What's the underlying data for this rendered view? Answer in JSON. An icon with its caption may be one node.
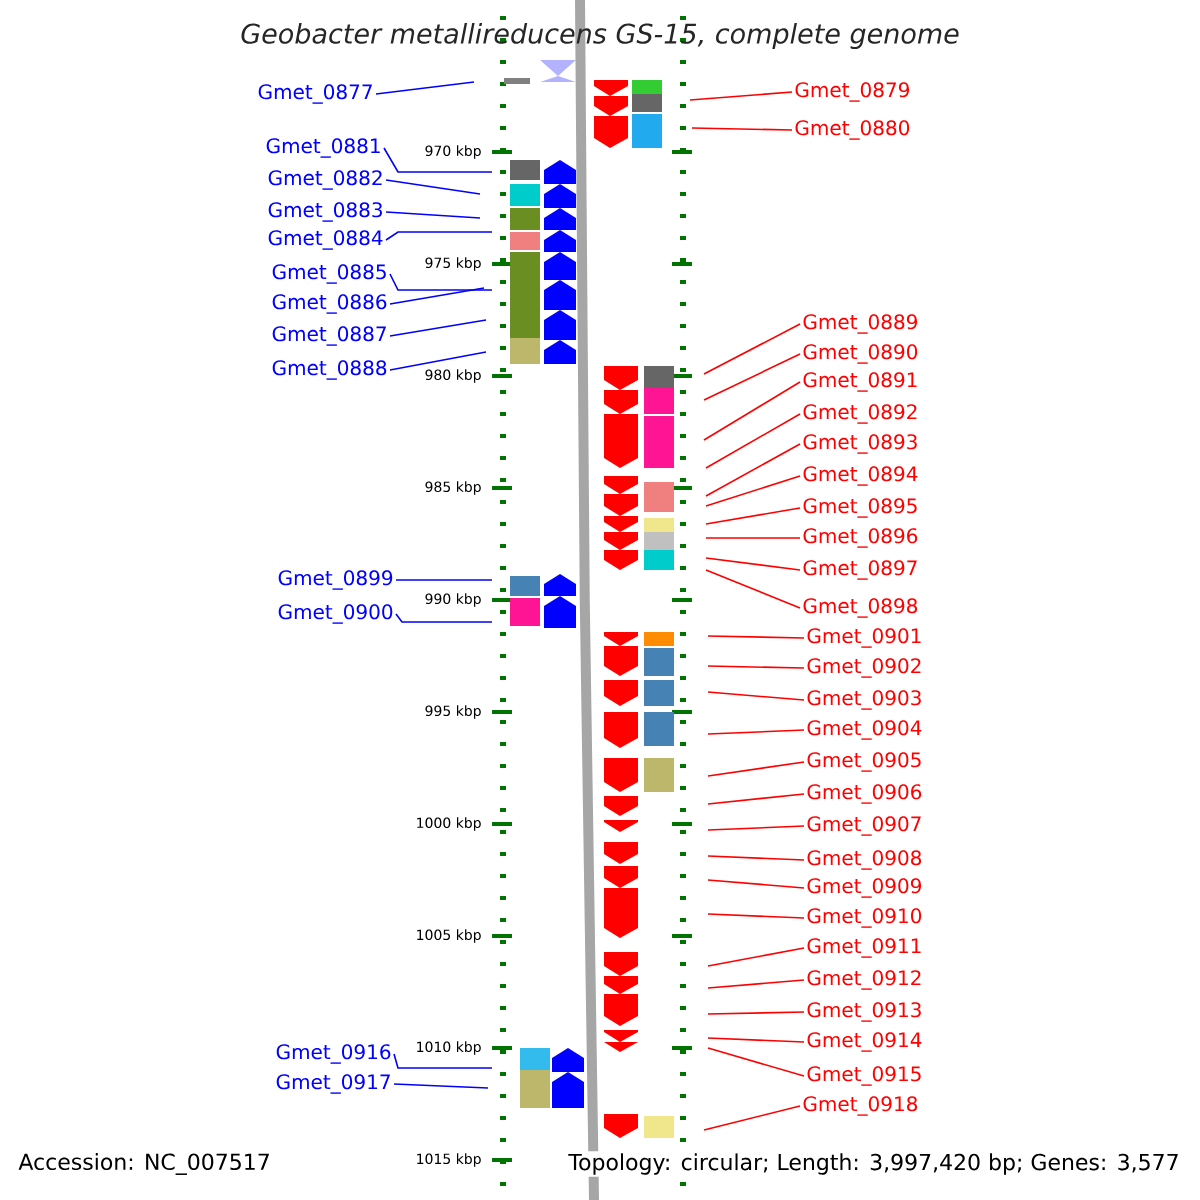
{
  "diagram": {
    "title": "Geobacter metallireducens GS-15, complete genome",
    "nodes": [
      {
        "text": [
          "Gmet_0877"
        ]
      },
      {
        "text": [
          "Gmet_0881"
        ]
      },
      {
        "text": [
          "Gmet_0882"
        ]
      },
      {
        "text": [
          "Gmet_0883"
        ]
      },
      {
        "text": [
          "Gmet_0884"
        ]
      },
      {
        "text": [
          "Gmet_0885"
        ]
      },
      {
        "text": [
          "Gmet_0886"
        ]
      },
      {
        "text": [
          "Gmet_0887"
        ]
      },
      {
        "text": [
          "Gmet_0888"
        ]
      },
      {
        "text": [
          "Gmet_0899"
        ]
      },
      {
        "text": [
          "Gmet_0900"
        ]
      },
      {
        "text": [
          "Gmet_0916"
        ]
      },
      {
        "text": [
          "Gmet_0917"
        ]
      },
      {
        "text": [
          "Gmet_0879"
        ]
      },
      {
        "text": [
          "Gmet_0880"
        ]
      },
      {
        "text": [
          "Gmet_0889"
        ]
      },
      {
        "text": [
          "Gmet_0890"
        ]
      },
      {
        "text": [
          "Gmet_0891"
        ]
      },
      {
        "text": [
          "Gmet_0892"
        ]
      },
      {
        "text": [
          "Gmet_0893"
        ]
      },
      {
        "text": [
          "Gmet_0894"
        ]
      },
      {
        "text": [
          "Gmet_0895"
        ]
      },
      {
        "text": [
          "Gmet_0896"
        ]
      },
      {
        "text": [
          "Gmet_0897"
        ]
      },
      {
        "text": [
          "Gmet_0898"
        ]
      },
      {
        "text": [
          "Gmet_0901"
        ]
      },
      {
        "text": [
          "Gmet_0902"
        ]
      },
      {
        "text": [
          "Gmet_0903"
        ]
      },
      {
        "text": [
          "Gmet_0904"
        ]
      },
      {
        "text": [
          "Gmet_0905"
        ]
      },
      {
        "text": [
          "Gmet_0906"
        ]
      },
      {
        "text": [
          "Gmet_0907"
        ]
      },
      {
        "text": [
          "Gmet_0908"
        ]
      },
      {
        "text": [
          "Gmet_0909"
        ]
      },
      {
        "text": [
          "Gmet_0910"
        ]
      },
      {
        "text": [
          "Gmet_0911"
        ]
      },
      {
        "text": [
          "Gmet_0912"
        ]
      },
      {
        "text": [
          "Gmet_0913"
        ]
      },
      {
        "text": [
          "Gmet_0914"
        ]
      },
      {
        "text": [
          "Gmet_0915"
        ]
      },
      {
        "text": [
          "Gmet_0918"
        ]
      }
    ],
    "edges": [
      {
        "from": 0,
        "to": null,
        "arrow": "none",
        "color": "#0000ff"
      },
      {
        "from": 1,
        "to": null,
        "arrow": "none",
        "color": "#0000ff"
      },
      {
        "from": 2,
        "to": null,
        "arrow": "none",
        "color": "#0000ff"
      },
      {
        "from": 3,
        "to": null,
        "arrow": "none",
        "color": "#0000ff"
      },
      {
        "from": 4,
        "to": null,
        "arrow": "none",
        "color": "#0000ff"
      },
      {
        "from": 5,
        "to": null,
        "arrow": "none",
        "color": "#0000ff"
      },
      {
        "from": 6,
        "to": null,
        "arrow": "none",
        "color": "#0000ff"
      },
      {
        "from": 7,
        "to": null,
        "arrow": "none",
        "color": "#0000ff"
      },
      {
        "from": 8,
        "to": null,
        "arrow": "none",
        "color": "#0000ff"
      },
      {
        "from": 9,
        "to": null,
        "arrow": "none",
        "color": "#0000ff"
      },
      {
        "from": 10,
        "to": null,
        "arrow": "none",
        "color": "#0000ff"
      },
      {
        "from": 11,
        "to": null,
        "arrow": "none",
        "color": "#0000ff"
      },
      {
        "from": 12,
        "to": null,
        "arrow": "none",
        "color": "#0000ff"
      },
      {
        "from": 13,
        "to": null,
        "arrow": "none"
      },
      {
        "from": 14,
        "to": null,
        "arrow": "none"
      },
      {
        "from": 15,
        "to": null,
        "arrow": "none"
      },
      {
        "from": 16,
        "to": null,
        "arrow": "none"
      },
      {
        "from": 17,
        "to": null,
        "arrow": "none"
      },
      {
        "from": 18,
        "to": null,
        "arrow": "none"
      },
      {
        "from": 19,
        "to": null,
        "arrow": "none"
      },
      {
        "from": 20,
        "to": null,
        "arrow": "none"
      },
      {
        "from": 21,
        "to": null,
        "arrow": "none"
      },
      {
        "from": 22,
        "to": null,
        "arrow": "none"
      },
      {
        "from": 23,
        "to": null,
        "arrow": "none"
      },
      {
        "from": 24,
        "to": null,
        "arrow": "none"
      },
      {
        "from": 25,
        "to": null,
        "arrow": "none"
      },
      {
        "from": 26,
        "to": null,
        "arrow": "none"
      },
      {
        "from": 27,
        "to": null,
        "arrow": "none"
      },
      {
        "from": 28,
        "to": null,
        "arrow": "none"
      },
      {
        "from": 29,
        "to": null,
        "arrow": "none"
      },
      {
        "from": 30,
        "to": null,
        "arrow": "none"
      },
      {
        "from": 31,
        "to": null,
        "arrow": "none"
      },
      {
        "from": 32,
        "to": null,
        "arrow": "none"
      },
      {
        "from": 33,
        "to": null,
        "arrow": "none"
      },
      {
        "from": 34,
        "to": null,
        "arrow": "none"
      },
      {
        "from": 35,
        "to": null,
        "arrow": "none"
      },
      {
        "from": 36,
        "to": null,
        "arrow": "none"
      },
      {
        "from": 37,
        "to": null,
        "arrow": "none"
      },
      {
        "from": 38,
        "to": null,
        "arrow": "none"
      },
      {
        "from": 39,
        "to": null,
        "arrow": "none"
      },
      {
        "from": 40,
        "to": null,
        "arrow": "none"
      }
    ],
    "labels": [
      "970 kbp",
      "975 kbp",
      "980 kbp",
      "985 kbp",
      "990 kbp",
      "995 kbp",
      "1000 kbp",
      "1005 kbp",
      "1010 kbp",
      "1015 kbp",
      "Accession: NC_007517",
      "Topology: circular; Length: 3,997,420 bp; Genes: 3,577"
    ]
  }
}
